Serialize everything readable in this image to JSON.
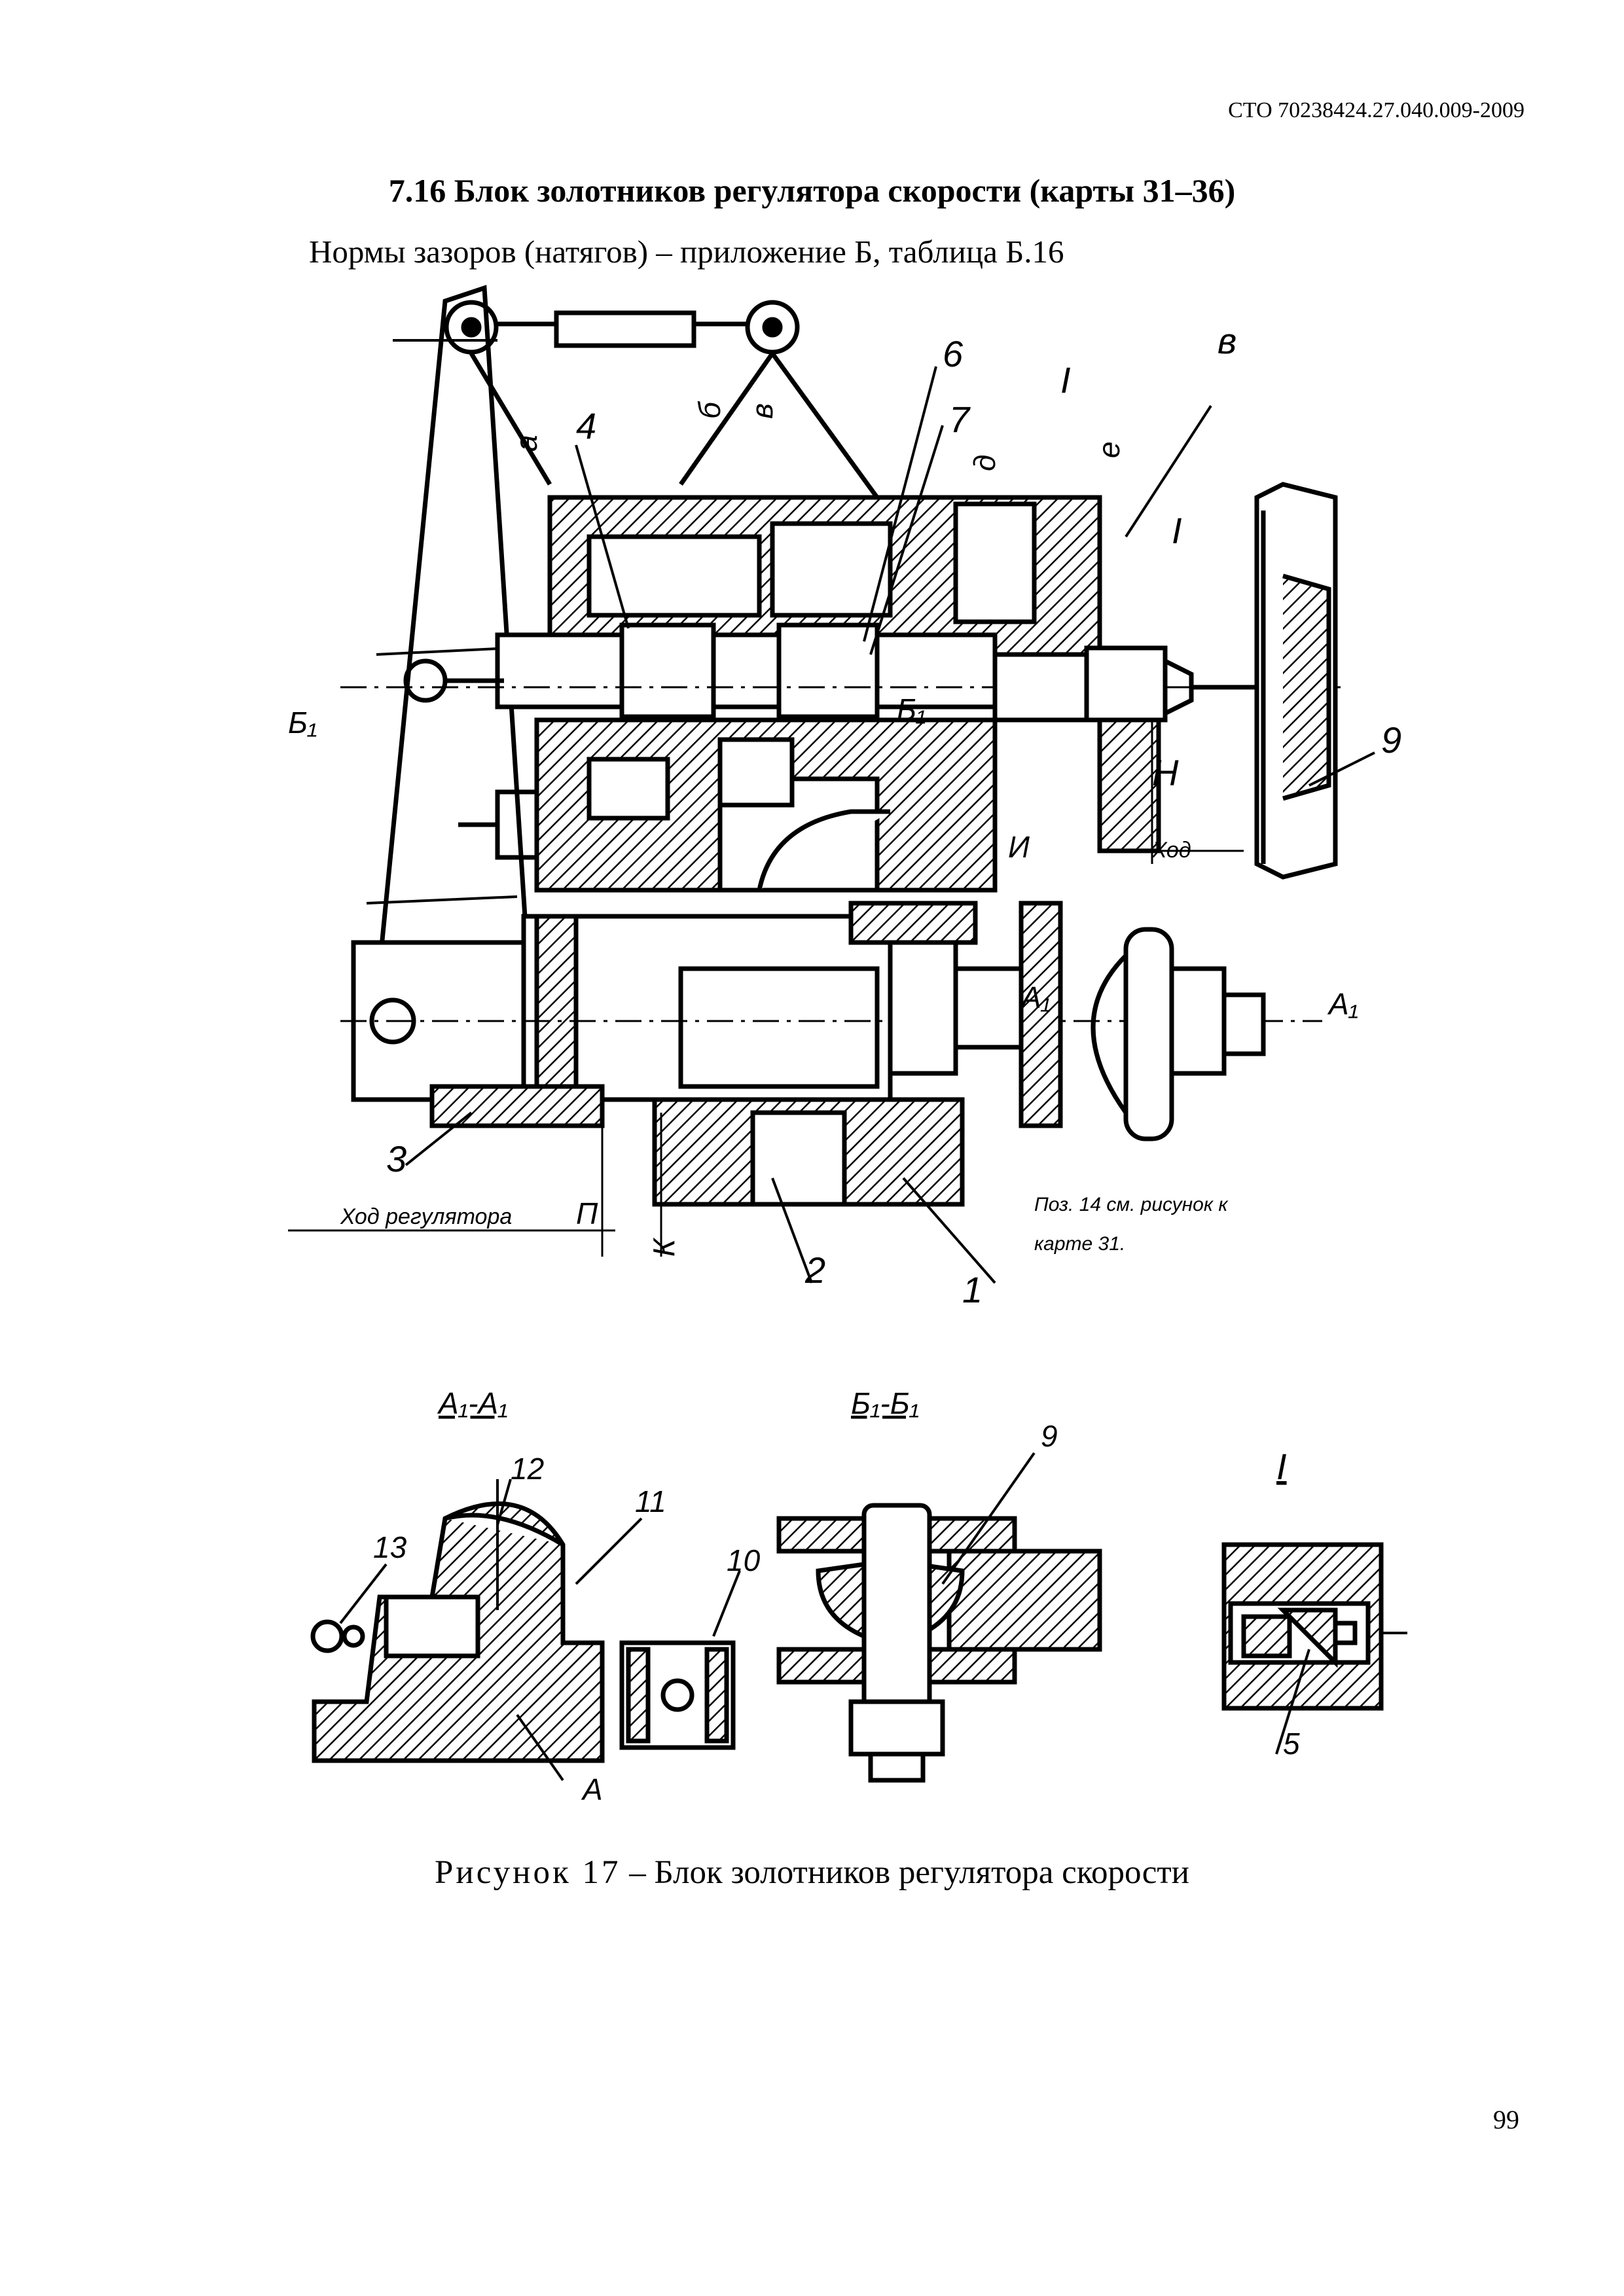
{
  "header": {
    "doc_code": "СТО 70238424.27.040.009-2009"
  },
  "section": {
    "title": "7.16 Блок золотников регулятора скорости (карты 31–36)",
    "subtitle": "Нормы зазоров (натягов) – приложение Б, таблица Б.16"
  },
  "figure": {
    "main_labels": {
      "a": "а",
      "b": "б",
      "v": "в",
      "v2": "в",
      "d": "д",
      "e": "е",
      "n4": "4",
      "n6": "6",
      "n7": "7",
      "n9": "9",
      "n3": "3",
      "n2": "2",
      "n1": "1",
      "roman1_top": "I",
      "roman1_small": "I",
      "b1_left": "Б₁",
      "b1_mid": "Б₁",
      "a1_mid": "A₁",
      "a1_right": "A₁",
      "h": "Н",
      "i": "И",
      "hod": "Ход",
      "hod_reg": "Ход регулятора",
      "p": "П",
      "k": "К"
    },
    "note_line1": "Поз. 14 см. рисунок к",
    "note_line2": "карте 31.",
    "views": {
      "a1a1": {
        "title": "A₁-A₁",
        "n12": "12",
        "n11": "11",
        "n13": "13",
        "n10": "10",
        "a": "A"
      },
      "b1b1": {
        "title": "Б₁-Б₁",
        "n9": "9"
      },
      "roman": {
        "title": "I",
        "n5": "5"
      }
    },
    "caption_prefix": "Рисунок 17",
    "caption_text": " – Блок золотников регулятора скорости"
  },
  "page": {
    "number": "99"
  }
}
